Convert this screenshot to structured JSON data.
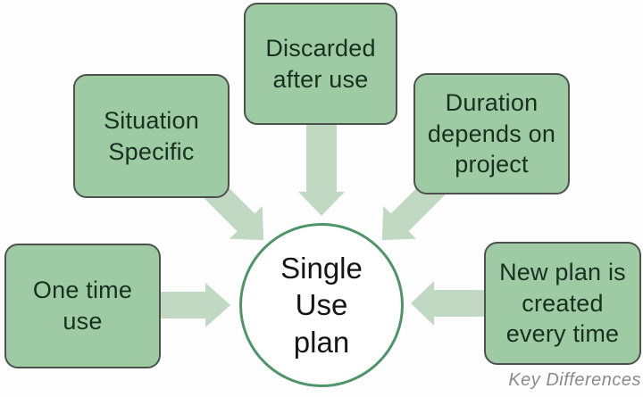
{
  "diagram": {
    "center": {
      "label": "Single\nUse\nplan"
    },
    "boxes": [
      {
        "id": "situation-specific",
        "label": "Situation\nSpecific"
      },
      {
        "id": "discarded-after-use",
        "label": "Discarded\nafter use"
      },
      {
        "id": "duration-depends",
        "label": "Duration\ndepends on\nproject"
      },
      {
        "id": "one-time-use",
        "label": "One time\nuse"
      },
      {
        "id": "new-plan-created",
        "label": "New plan is\ncreated\nevery time"
      }
    ],
    "arrows": [
      {
        "from": "situation-specific",
        "to": "center",
        "direction": "down-right"
      },
      {
        "from": "discarded-after-use",
        "to": "center",
        "direction": "down"
      },
      {
        "from": "duration-depends",
        "to": "center",
        "direction": "down-left"
      },
      {
        "from": "one-time-use",
        "to": "center",
        "direction": "right"
      },
      {
        "from": "new-plan-created",
        "to": "center",
        "direction": "left"
      }
    ],
    "watermark": "Key Differences",
    "colors": {
      "box_fill": "#9ecaa4",
      "box_border": "#4e524e",
      "box_text": "#17311f",
      "arrow_fill": "#c1d9c3",
      "circle_border": "#4e9468",
      "circle_fill": "#ffffff",
      "center_text": "#151515",
      "watermark_text": "#8a8a8a",
      "background": "#fefefe"
    }
  }
}
